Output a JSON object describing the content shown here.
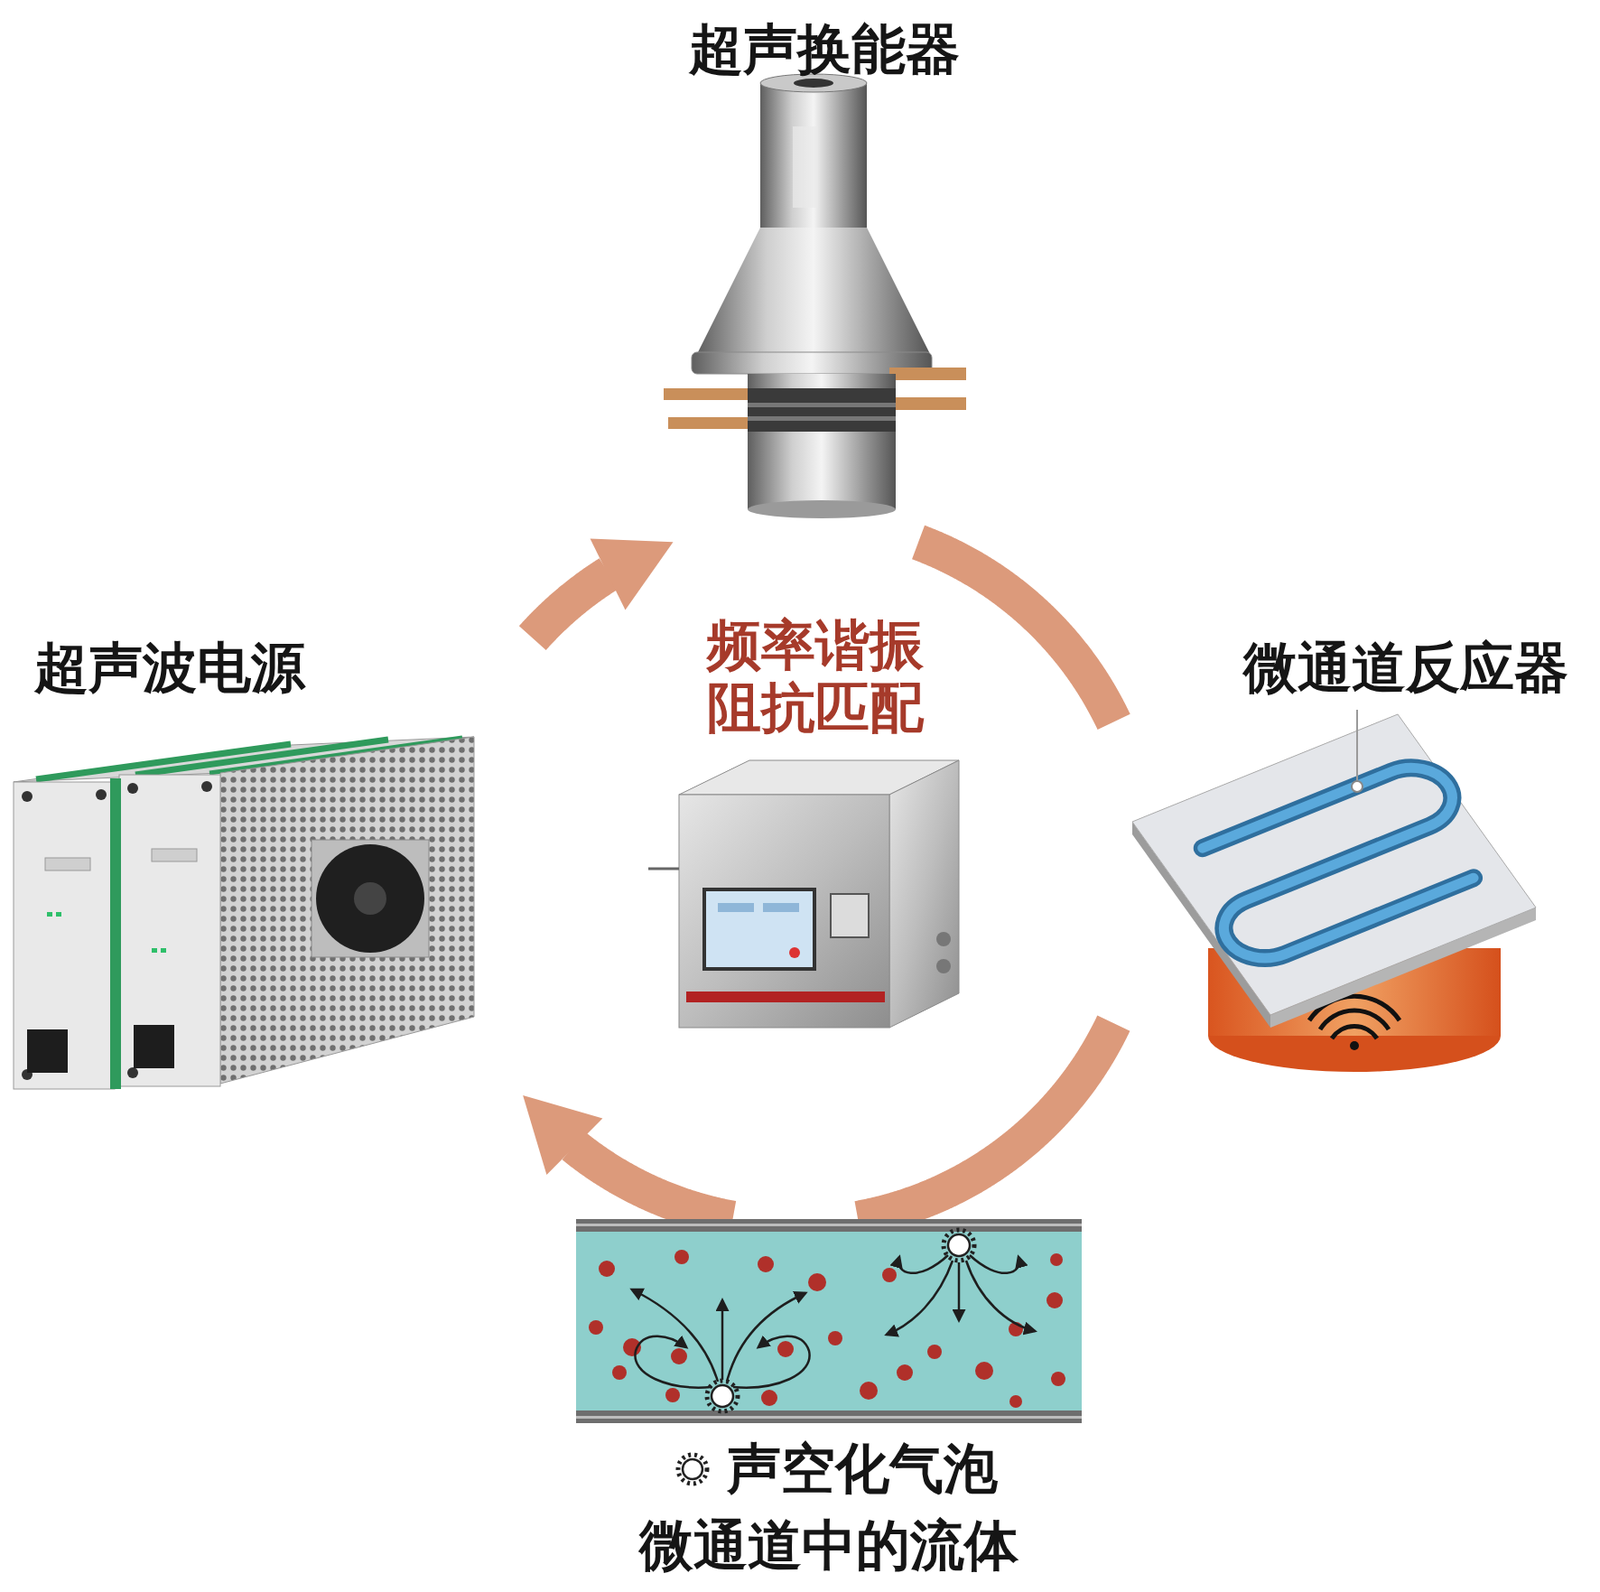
{
  "diagram": {
    "nodes": [
      {
        "text": [
          "超声换能器"
        ]
      },
      {
        "text": [
          "超声波电源"
        ]
      },
      {
        "text": [
          "频率谐振 阻抗匹配"
        ]
      },
      {
        "text": [
          "微通道反应器"
        ]
      },
      {
        "text": [
          "微通道中的流体"
        ]
      }
    ],
    "edges": [
      {
        "from": 1,
        "to": 0,
        "arrow": "to"
      },
      {
        "from": 0,
        "to": 3,
        "arrow": "none"
      },
      {
        "from": 3,
        "to": 4,
        "arrow": "none"
      },
      {
        "from": 4,
        "to": 1,
        "arrow": "to"
      }
    ],
    "legend": [
      {
        "text": "声空化气泡"
      }
    ]
  }
}
